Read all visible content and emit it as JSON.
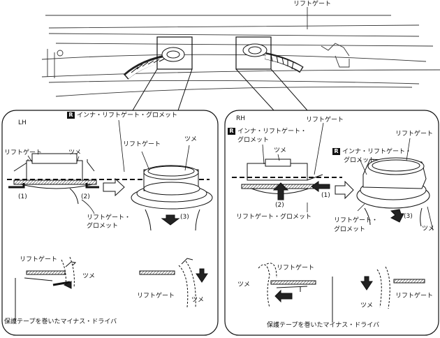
{
  "top": {
    "liftgate": "リフトゲート"
  },
  "lh": {
    "side": "LH",
    "badge": "R",
    "inner_grommet": "インナ・リフトゲート・グロメット",
    "liftgate_left": "リフトゲート",
    "claw": "ツメ",
    "liftgate_right": "リフトゲート",
    "claw_right": "ツメ",
    "step1": "(1)",
    "step2": "(2)",
    "step3": "(3)",
    "grommet_line1": "リフトゲート・",
    "grommet_line2": "グロメット",
    "detail_liftgate": "リフトゲート",
    "detail_claw": "ツメ",
    "detail2_liftgate": "リフトゲート",
    "detail2_claw": "ツメ",
    "driver": "保護テープを巻いたマイナス・ドライバ"
  },
  "rh": {
    "side": "RH",
    "badge": "R",
    "inner_grommet_1": "インナ・リフトゲート・",
    "inner_grommet_2": "グロメット",
    "liftgate_top": "リフトゲート",
    "claw": "ツメ",
    "step1": "(1)",
    "step2": "(2)",
    "step3": "(3)",
    "grommet_inline": "リフトゲート・グロメット",
    "right_liftgate": "リフトゲート",
    "right_inner_1": "インナ・リフトゲート・",
    "right_inner_2": "グロメット",
    "right_grommet_1": "リフトゲート・",
    "right_grommet_2": "グロメット",
    "right_claw": "ツメ",
    "detail_liftgate": "リフトゲート",
    "detail_claw": "ツメ",
    "detail2_claw": "ツメ",
    "detail2_liftgate": "リフトゲート",
    "driver": "保護テープを巻いたマイナス・ドライバ"
  }
}
